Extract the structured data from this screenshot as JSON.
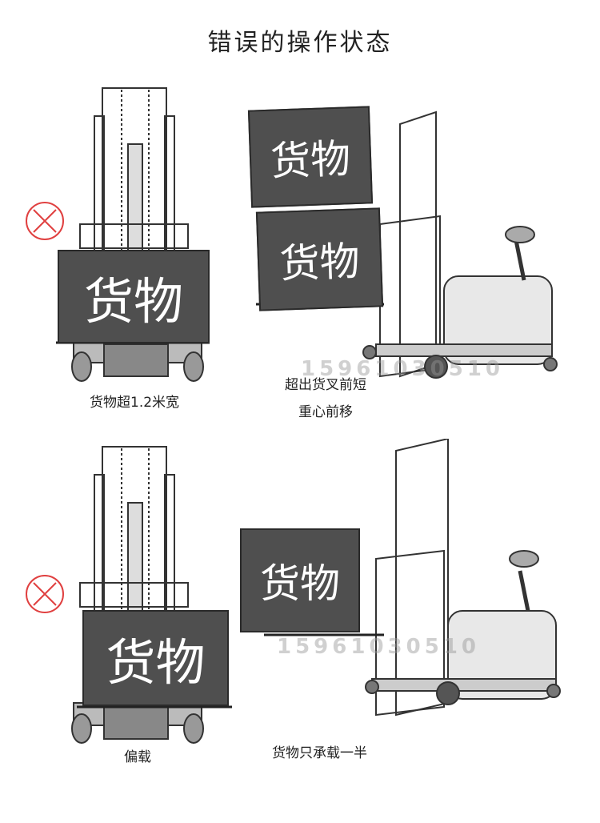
{
  "title": "错误的操作状态",
  "cargo_label": "货物",
  "watermark": "15961030510",
  "colors": {
    "cargo": "#4f4f4f",
    "error_icon": "#e04040",
    "ink": "#222222"
  },
  "panels": [
    {
      "error_icon": "x-circle-icon",
      "front_caption": "货物超1.2米宽",
      "side_caption_lines": [
        "超出货叉前短",
        "重心前移"
      ]
    },
    {
      "error_icon": "x-circle-icon",
      "front_caption": "偏载",
      "side_caption_lines": [
        "货物只承载一半"
      ]
    }
  ]
}
